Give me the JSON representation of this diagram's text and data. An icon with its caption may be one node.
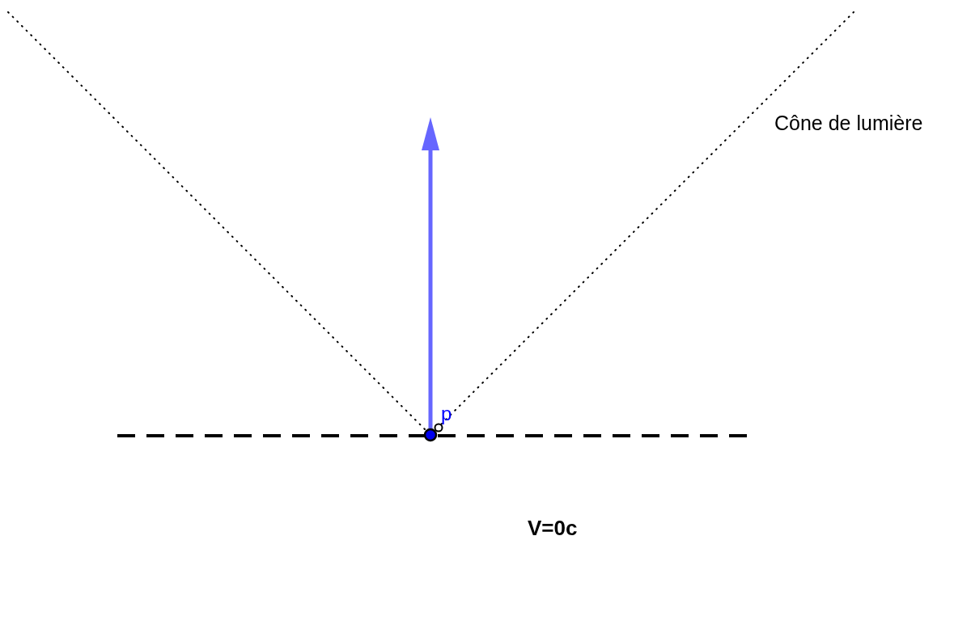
{
  "diagram": {
    "labels": [
      "Cône de lumière",
      "p",
      "V=0c"
    ]
  }
}
